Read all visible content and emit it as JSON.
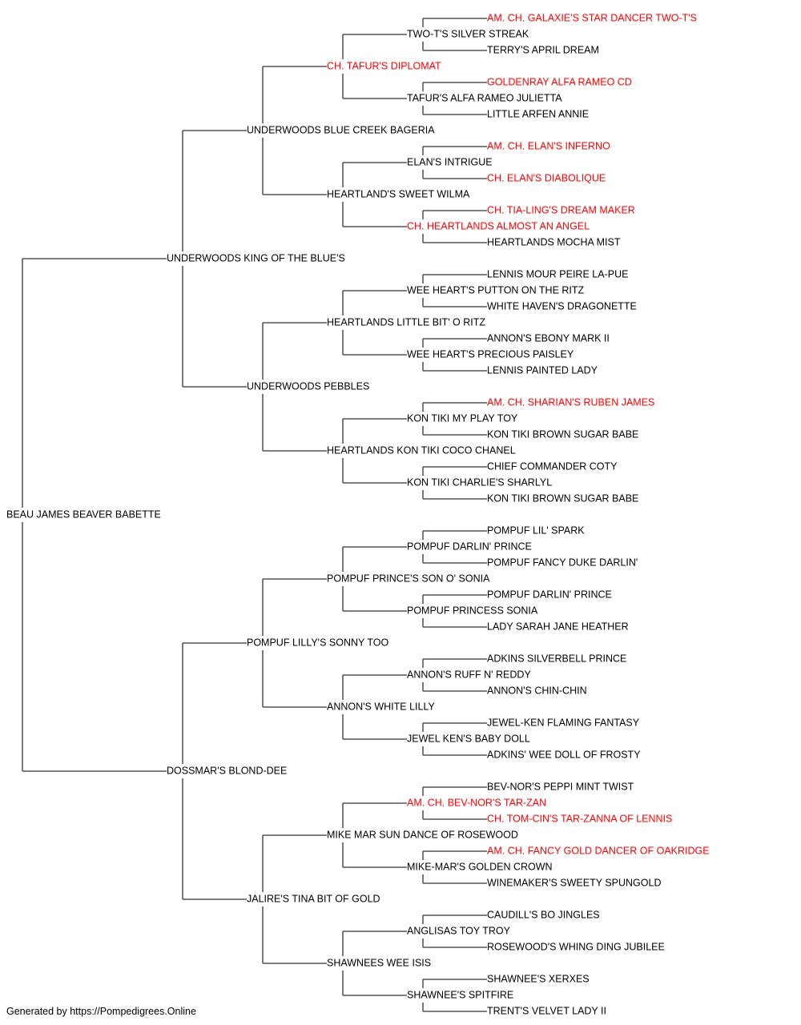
{
  "colors": {
    "normal": "#000000",
    "champion": "#ff0000",
    "line": "#333333"
  },
  "pedigree": {
    "name": "BEAU JAMES BEAVER BABETTE",
    "sire": {
      "name": "UNDERWOODS KING OF THE BLUE'S",
      "sire": {
        "name": "UNDERWOODS BLUE CREEK BAGERIA",
        "sire": {
          "name": "CH. TAFUR'S DIPLOMAT",
          "champion": true,
          "sire": {
            "name": "TWO-T'S SILVER STREAK",
            "sire": {
              "name": "AM. CH. GALAXIE'S STAR DANCER TWO-T'S",
              "champion": true
            },
            "dam": {
              "name": "TERRY'S APRIL DREAM"
            }
          },
          "dam": {
            "name": "TAFUR'S ALFA RAMEO JULIETTA",
            "sire": {
              "name": "GOLDENRAY ALFA RAMEO CD",
              "champion": true
            },
            "dam": {
              "name": "LITTLE ARFEN ANNIE"
            }
          }
        },
        "dam": {
          "name": "HEARTLAND'S SWEET WILMA",
          "sire": {
            "name": "ELAN'S INTRIGUE",
            "sire": {
              "name": "AM. CH. ELAN'S INFERNO",
              "champion": true
            },
            "dam": {
              "name": "CH. ELAN'S DIABOLIQUE",
              "champion": true
            }
          },
          "dam": {
            "name": "CH. HEARTLANDS ALMOST AN ANGEL",
            "champion": true,
            "sire": {
              "name": "CH. TIA-LING'S DREAM MAKER",
              "champion": true
            },
            "dam": {
              "name": "HEARTLANDS MOCHA MIST"
            }
          }
        }
      },
      "dam": {
        "name": "UNDERWOODS PEBBLES",
        "sire": {
          "name": "HEARTLANDS LITTLE BIT' O RITZ",
          "sire": {
            "name": "WEE HEART'S PUTTON ON THE RITZ",
            "sire": {
              "name": "LENNIS MOUR PEIRE LA-PUE"
            },
            "dam": {
              "name": "WHITE HAVEN'S DRAGONETTE"
            }
          },
          "dam": {
            "name": "WEE HEART'S PRECIOUS PAISLEY",
            "sire": {
              "name": "ANNON'S EBONY MARK II"
            },
            "dam": {
              "name": "LENNIS PAINTED LADY"
            }
          }
        },
        "dam": {
          "name": "HEARTLANDS KON TIKI COCO CHANEL",
          "sire": {
            "name": "KON TIKI MY PLAY TOY",
            "sire": {
              "name": "AM. CH. SHARIAN'S RUBEN JAMES",
              "champion": true
            },
            "dam": {
              "name": "KON TIKI BROWN SUGAR BABE"
            }
          },
          "dam": {
            "name": "KON TIKI CHARLIE'S SHARLYL",
            "sire": {
              "name": "CHIEF COMMANDER COTY"
            },
            "dam": {
              "name": "KON TIKI BROWN SUGAR BABE"
            }
          }
        }
      }
    },
    "dam": {
      "name": "DOSSMAR'S BLOND-DEE",
      "sire": {
        "name": "POMPUF LILLY'S SONNY TOO",
        "sire": {
          "name": "POMPUF PRINCE'S SON O' SONIA",
          "sire": {
            "name": "POMPUF DARLIN' PRINCE",
            "sire": {
              "name": "POMPUF LIL' SPARK"
            },
            "dam": {
              "name": "POMPUF FANCY DUKE DARLIN'"
            }
          },
          "dam": {
            "name": "POMPUF PRINCESS SONIA",
            "sire": {
              "name": "POMPUF DARLIN' PRINCE"
            },
            "dam": {
              "name": "LADY SARAH JANE HEATHER"
            }
          }
        },
        "dam": {
          "name": "ANNON'S WHITE LILLY",
          "sire": {
            "name": "ANNON'S RUFF N' REDDY",
            "sire": {
              "name": "ADKINS SILVERBELL PRINCE"
            },
            "dam": {
              "name": "ANNON'S CHIN-CHIN"
            }
          },
          "dam": {
            "name": "JEWEL KEN'S BABY DOLL",
            "sire": {
              "name": "JEWEL-KEN FLAMING FANTASY"
            },
            "dam": {
              "name": "ADKINS' WEE DOLL OF FROSTY"
            }
          }
        }
      },
      "dam": {
        "name": "JALIRE'S TINA BIT OF GOLD",
        "sire": {
          "name": "MIKE MAR SUN DANCE OF ROSEWOOD",
          "sire": {
            "name": "AM. CH. BEV-NOR'S TAR-ZAN",
            "champion": true,
            "sire": {
              "name": "BEV-NOR'S PEPPI MINT TWIST"
            },
            "dam": {
              "name": "CH. TOM-CIN'S TAR-ZANNA OF LENNIS",
              "champion": true
            }
          },
          "dam": {
            "name": "MIKE-MAR'S GOLDEN CROWN",
            "sire": {
              "name": "AM. CH. FANCY GOLD DANCER OF OAKRIDGE",
              "champion": true
            },
            "dam": {
              "name": "WINEMAKER'S SWEETY SPUNGOLD"
            }
          }
        },
        "dam": {
          "name": "SHAWNEES WEE ISIS",
          "sire": {
            "name": "ANGLISAS TOY TROY",
            "sire": {
              "name": "CAUDILL'S BO JINGLES"
            },
            "dam": {
              "name": "ROSEWOOD'S WHING DING JUBILEE"
            }
          },
          "dam": {
            "name": "SHAWNEE'S SPITFIRE",
            "sire": {
              "name": "SHAWNEE'S XERXES"
            },
            "dam": {
              "name": "TRENT'S VELVET LADY II"
            }
          }
        }
      }
    }
  },
  "footer": "Generated by https://Pompedigrees.Online"
}
